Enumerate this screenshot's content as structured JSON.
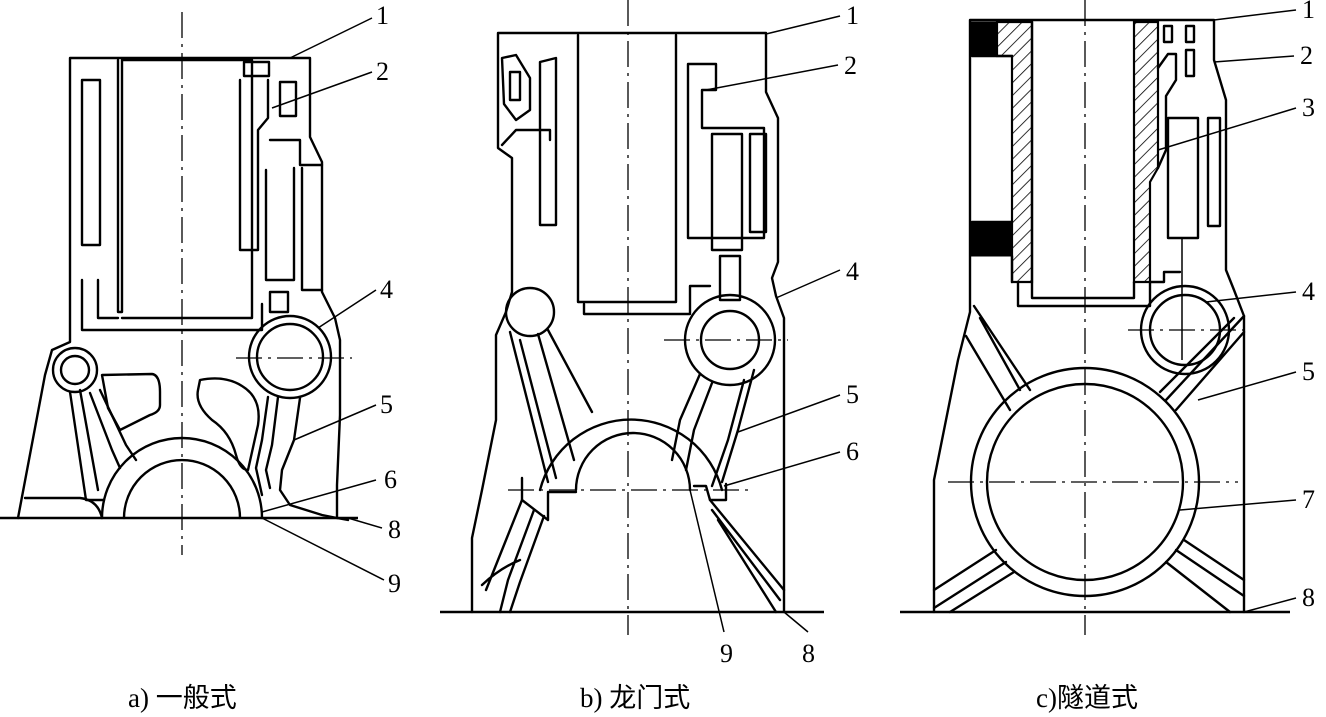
{
  "captions": {
    "a": "a)  一般式",
    "b": "b)  龙门式",
    "c": "c)隧道式"
  },
  "callouts": {
    "a": [
      "1",
      "2",
      "4",
      "5",
      "6",
      "8",
      "9"
    ],
    "b": [
      "1",
      "2",
      "4",
      "5",
      "6",
      "9",
      "8"
    ],
    "c": [
      "1",
      "2",
      "3",
      "4",
      "5",
      "7",
      "8"
    ]
  },
  "colors": {
    "stroke": "#000000",
    "background": "#ffffff"
  }
}
